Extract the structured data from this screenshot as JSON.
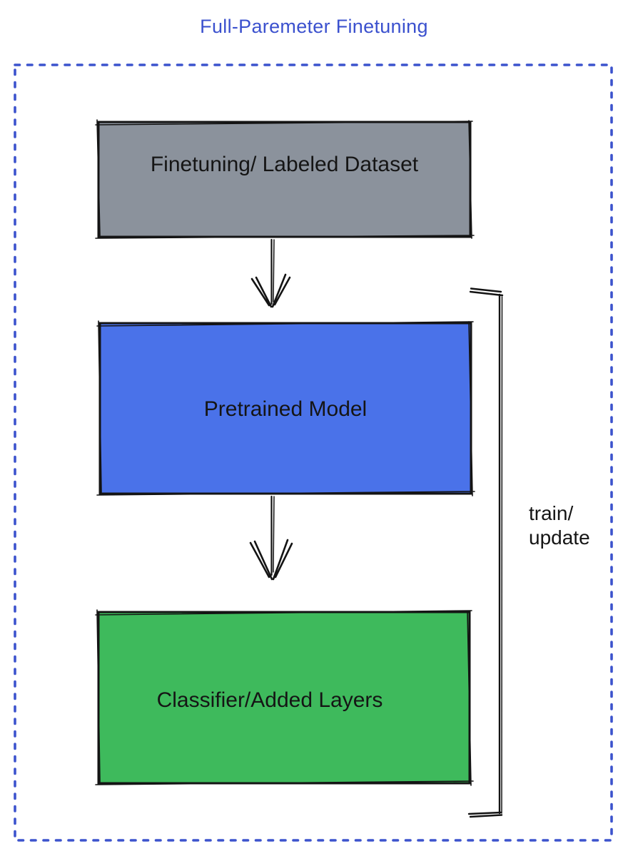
{
  "diagram": {
    "title": "Full-Paremeter Finetuning",
    "nodes": [
      {
        "id": "dataset",
        "label": "Finetuning/ Labeled Dataset",
        "fill": "#8b929c"
      },
      {
        "id": "pretrained",
        "label": "Pretrained Model",
        "fill": "#4a72e9"
      },
      {
        "id": "classifier",
        "label": "Classifier/Added Layers",
        "fill": "#3eba5c"
      }
    ],
    "edges": [
      {
        "from": "dataset",
        "to": "pretrained",
        "style": "arrow-down"
      },
      {
        "from": "pretrained",
        "to": "classifier",
        "style": "arrow-down"
      }
    ],
    "bracket_label": [
      "train/",
      "update"
    ],
    "colors": {
      "title_blue": "#3b51ce",
      "border_blue": "#3c53cd",
      "sketch_stroke": "#141414"
    }
  }
}
